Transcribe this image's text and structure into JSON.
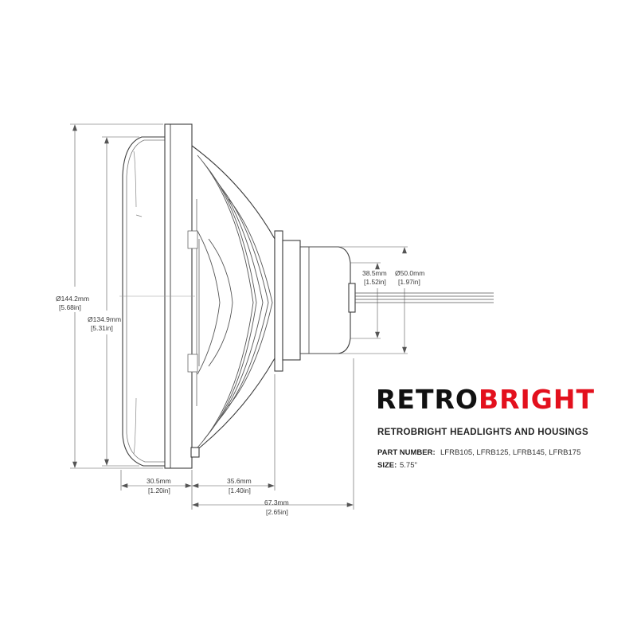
{
  "dimensions": {
    "outer_diameter": {
      "mm": "Ø144.2mm",
      "in": "[5.68in]"
    },
    "lens_diameter": {
      "mm": "Ø134.9mm",
      "in": "[5.31in]"
    },
    "lens_depth": {
      "mm": "30.5mm",
      "in": "[1.20in]"
    },
    "housing_depth": {
      "mm": "35.6mm",
      "in": "[1.40in]"
    },
    "total_depth": {
      "mm": "67.3mm",
      "in": "[2.65in]"
    },
    "connector_height": {
      "mm": "38.5mm",
      "in": "[1.52in]"
    },
    "cap_diameter": {
      "mm": "Ø50.0mm",
      "in": "[1.97in]"
    }
  },
  "logo": {
    "part1": "RETRO",
    "part2": "BRIGHT",
    "color1": "#111111",
    "color2": "#e3101d"
  },
  "info": {
    "title": "RETROBRIGHT HEADLIGHTS AND HOUSINGS",
    "part_number_label": "PART NUMBER:",
    "part_number_value": "LFRB105, LFRB125, LFRB145, LFRB175",
    "size_label": "SIZE:",
    "size_value": "5.75\""
  }
}
